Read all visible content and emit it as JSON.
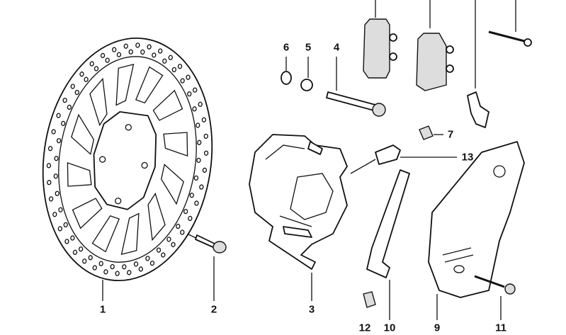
{
  "diagram": {
    "title": "Front brake disc and caliper assembly",
    "callouts": [
      {
        "number": "1",
        "part": "brake-disc"
      },
      {
        "number": "2",
        "part": "disc-bolt"
      },
      {
        "number": "3",
        "part": "brake-caliper"
      },
      {
        "number": "4",
        "part": "caliper-bolt"
      },
      {
        "number": "5",
        "part": "lock-washer"
      },
      {
        "number": "6",
        "part": "washer"
      },
      {
        "number": "7",
        "part": "bleeder-cap"
      },
      {
        "number": "9",
        "part": "caliper-cover"
      },
      {
        "number": "10",
        "part": "bracket"
      },
      {
        "number": "11",
        "part": "cover-bolt"
      },
      {
        "number": "12",
        "part": "clip-nut"
      },
      {
        "number": "13",
        "part": "bleeder-valve"
      }
    ]
  }
}
